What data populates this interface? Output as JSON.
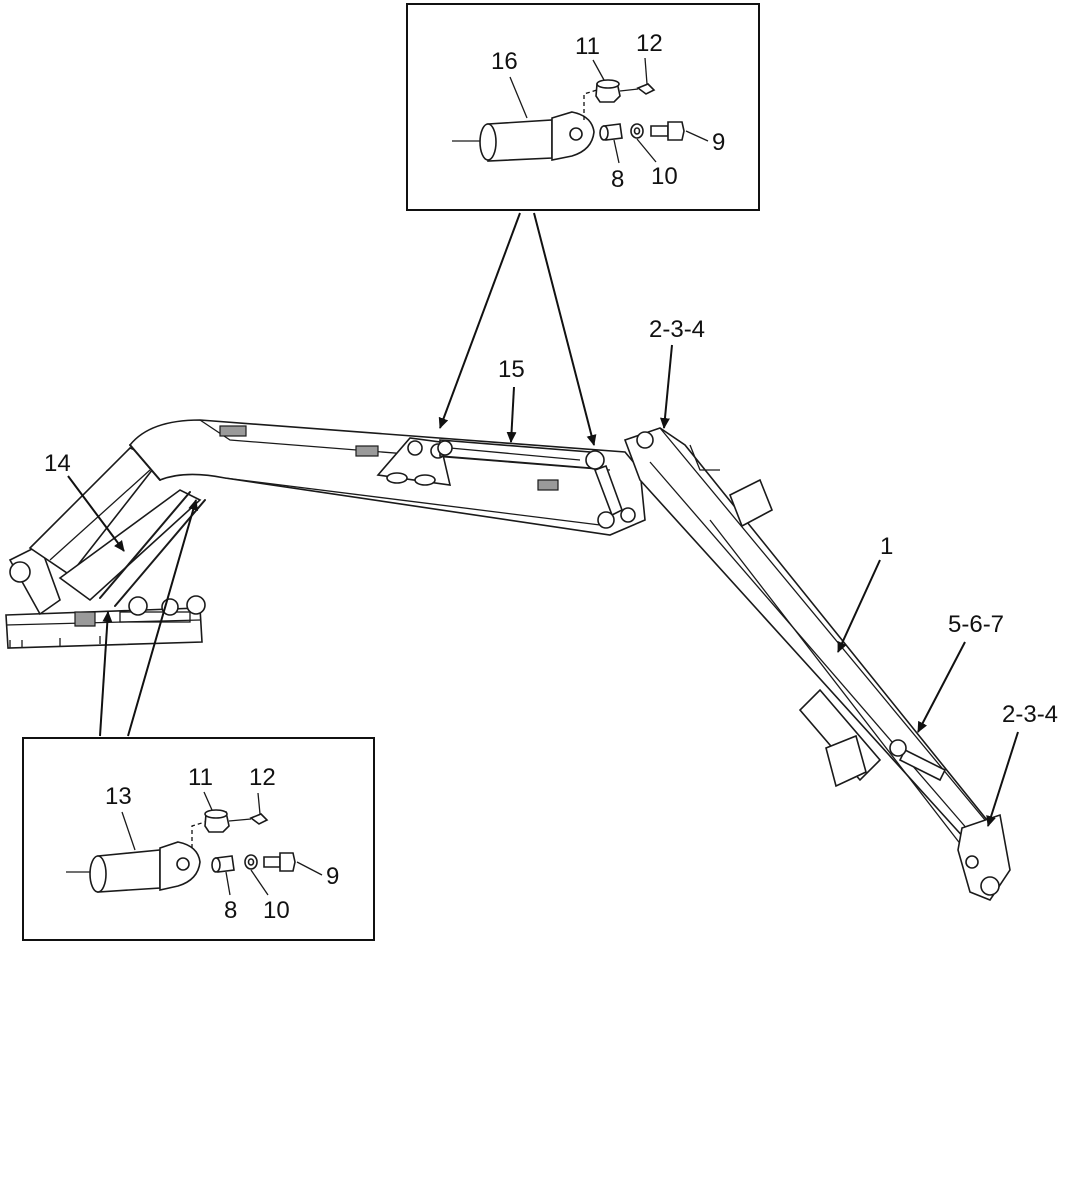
{
  "labels": {
    "top_inset": {
      "l16": "16",
      "l11": "11",
      "l12": "12",
      "l9": "9",
      "l8": "8",
      "l10": "10"
    },
    "bottom_inset": {
      "l13": "13",
      "l11": "11",
      "l12": "12",
      "l9": "9",
      "l8": "8",
      "l10": "10"
    },
    "main": {
      "l15": "15",
      "l14": "14",
      "l1": "1",
      "l234_top": "2-3-4",
      "l567": "5-6-7",
      "l234_bottom": "2-3-4"
    }
  },
  "colors": {
    "ink": "#1a1a1a",
    "background": "#ffffff"
  }
}
